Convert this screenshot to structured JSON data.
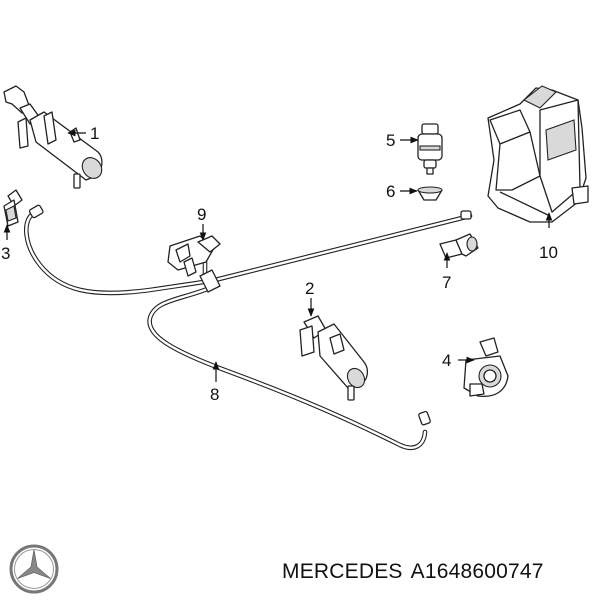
{
  "labels": {
    "part1": "1",
    "part2": "2",
    "part3": "3",
    "part4": "4",
    "part5": "5",
    "part6": "6",
    "part7": "7",
    "part8": "8",
    "part9": "9",
    "part10": "10"
  },
  "caption": {
    "brand": "MERCEDES",
    "part_number": "A1648600747"
  },
  "icons": {
    "logo": "mercedes-star-logo"
  }
}
